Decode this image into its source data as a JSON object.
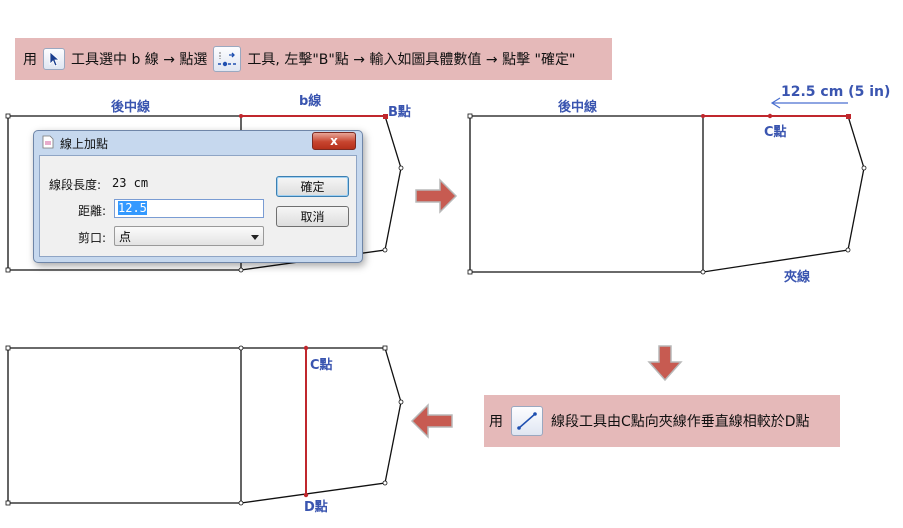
{
  "step1": {
    "prefix": "用",
    "select_tool_icon": "pointer-arrow-icon",
    "text_a": "工具選中 b 線 → 點選",
    "point_tool_icon": "point-on-line-icon",
    "text_b": "工具, 左擊\"B\"點 → 輸入如圖具體數值 → 點擊 \"確定\""
  },
  "step2": {
    "prefix": "用",
    "segment_tool_icon": "line-segment-icon",
    "text": "線段工具由C點向夾線作垂直線相較於D點"
  },
  "labels": {
    "back_center_line_1": "後中線",
    "b_line": "b線",
    "b_point": "B點",
    "back_center_line_2": "後中線",
    "measure": "12.5 cm (5 in)",
    "c_point_top": "C點",
    "armhole_line": "夾線",
    "c_point_bottom": "C點",
    "d_point": "D點"
  },
  "dialog": {
    "title": "線上加點",
    "segment_length_label": "線段長度:",
    "segment_length_value": "23 cm",
    "distance_label": "距離:",
    "distance_value": "12.5",
    "notch_label": "剪口:",
    "notch_value": "点",
    "ok_label": "確定",
    "cancel_label": "取消",
    "close_label": "x"
  },
  "colors": {
    "accent_red": "#c0272d",
    "label_blue": "#3a55b0",
    "arrow_fill": "#c75b51",
    "instruction_bg": "#e5b9b9"
  }
}
